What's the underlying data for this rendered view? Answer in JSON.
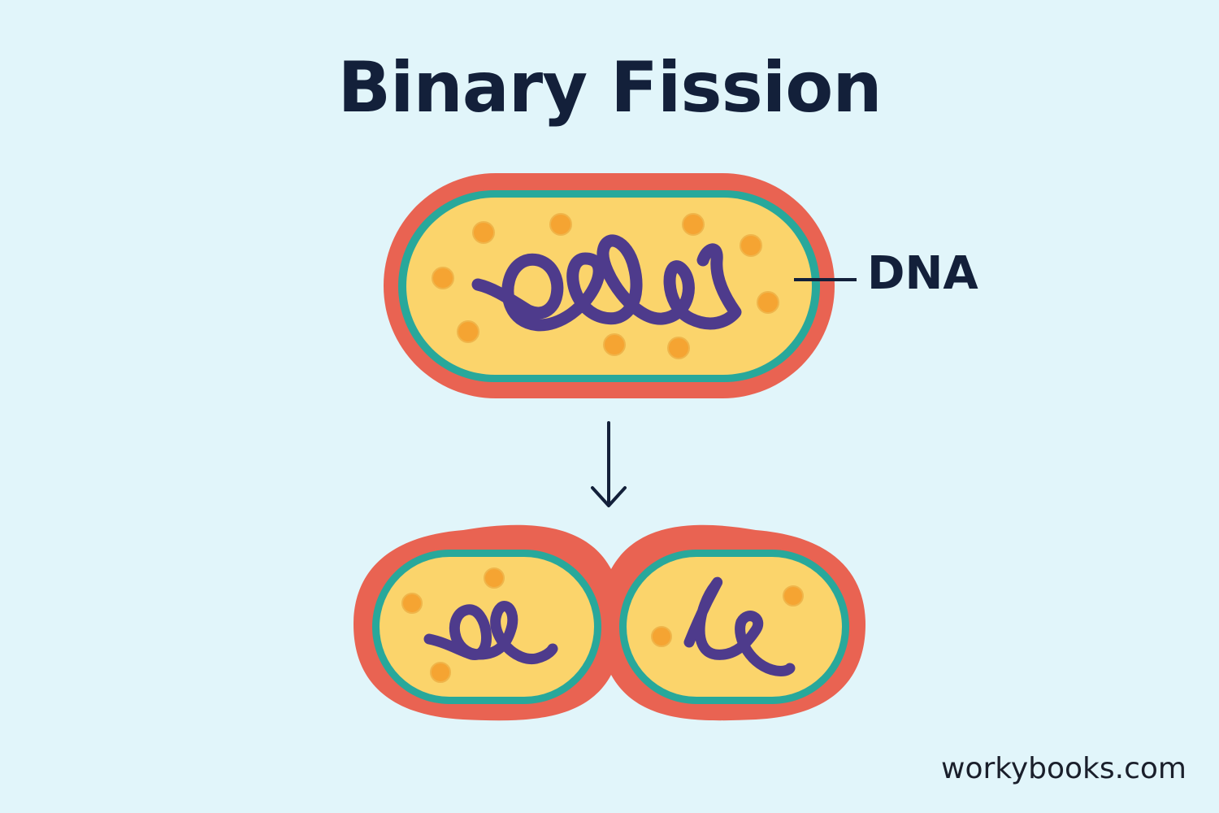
{
  "title": "Binary Fission",
  "labels": {
    "dna": "DNA"
  },
  "footer": {
    "credit": "workybooks.com"
  },
  "colors": {
    "background": "#e1f5fa",
    "cell_wall": "#e96352",
    "membrane": "#28a89b",
    "cytoplasm": "#fbd46b",
    "ribosome": "#f5a432",
    "dna": "#4e3b8c",
    "text": "#13203a"
  },
  "icons": {
    "arrow": "arrow-down-icon"
  }
}
